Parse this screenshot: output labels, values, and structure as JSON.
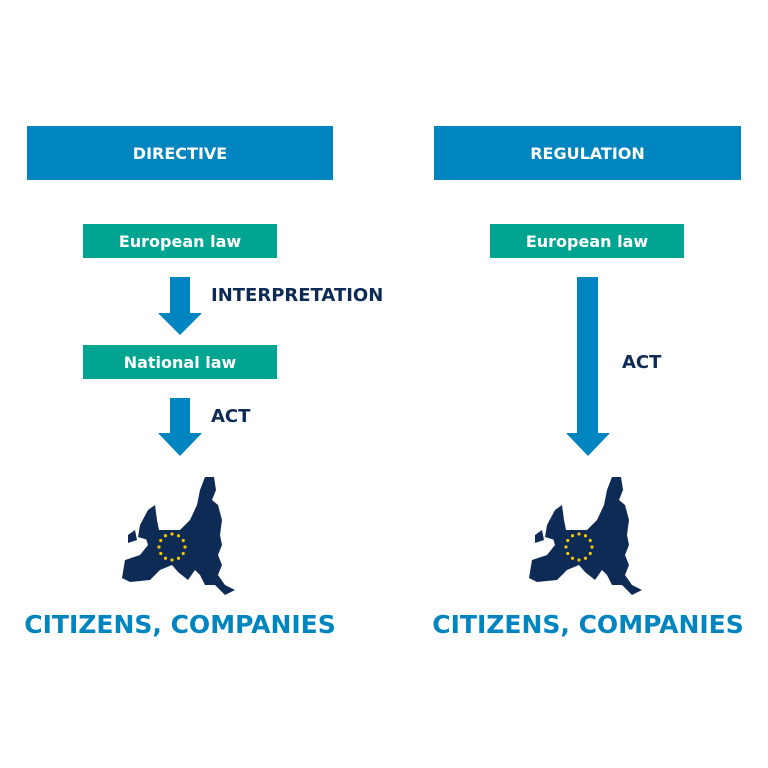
{
  "directive": {
    "title": "DIRECTIVE",
    "european_law": "European law",
    "interpretation": "INTERPRETATION",
    "national_law": "National law",
    "act": "ACT",
    "target": "CITIZENS, COMPANIES"
  },
  "regulation": {
    "title": "REGULATION",
    "european_law": "European law",
    "act": "ACT",
    "target": "CITIZENS, COMPANIES"
  },
  "colors": {
    "header": "#0085c0",
    "law_box": "#00a592",
    "arrow": "#0085c0",
    "label": "#0d2b55",
    "map": "#0d2b55",
    "stars": "#f5c400"
  }
}
